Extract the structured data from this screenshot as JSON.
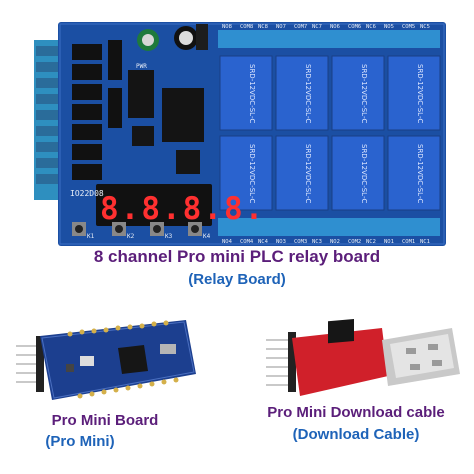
{
  "relay_board": {
    "caption": "8 channel Pro mini PLC relay board",
    "subcaption": "(Relay Board)",
    "board_id": "IO22D08",
    "display_digits": "8.8.8.8.",
    "relay_model": "SRD-12VDC-SL-C",
    "relay_count": 8,
    "button_labels": [
      "K1",
      "K2",
      "K3",
      "K4"
    ],
    "top_terminal_labels": [
      "NO8",
      "COM8",
      "NC8",
      "NO7",
      "COM7",
      "NC7",
      "NO6",
      "COM6",
      "NC6",
      "NO5",
      "COM5",
      "NC5"
    ],
    "bottom_terminal_labels": [
      "NO4",
      "COM4",
      "NC4",
      "NO3",
      "COM3",
      "NC3",
      "NO2",
      "COM2",
      "NC2",
      "NO1",
      "COM1",
      "NC1"
    ],
    "pwr_label": "PWR",
    "colors": {
      "pcb": "#1b4fa3",
      "relay": "#2a63cf",
      "display": "#111111",
      "digit": "#ff3030"
    }
  },
  "pro_mini": {
    "caption": "Pro Mini Board",
    "subcaption": "(Pro Mini)",
    "colors": {
      "pcb": "#1c3f8f"
    }
  },
  "download_cable": {
    "caption": "Pro Mini Download cable",
    "subcaption": "(Download Cable)",
    "colors": {
      "pcb": "#d0202a",
      "usb": "#c8c8c8"
    }
  }
}
